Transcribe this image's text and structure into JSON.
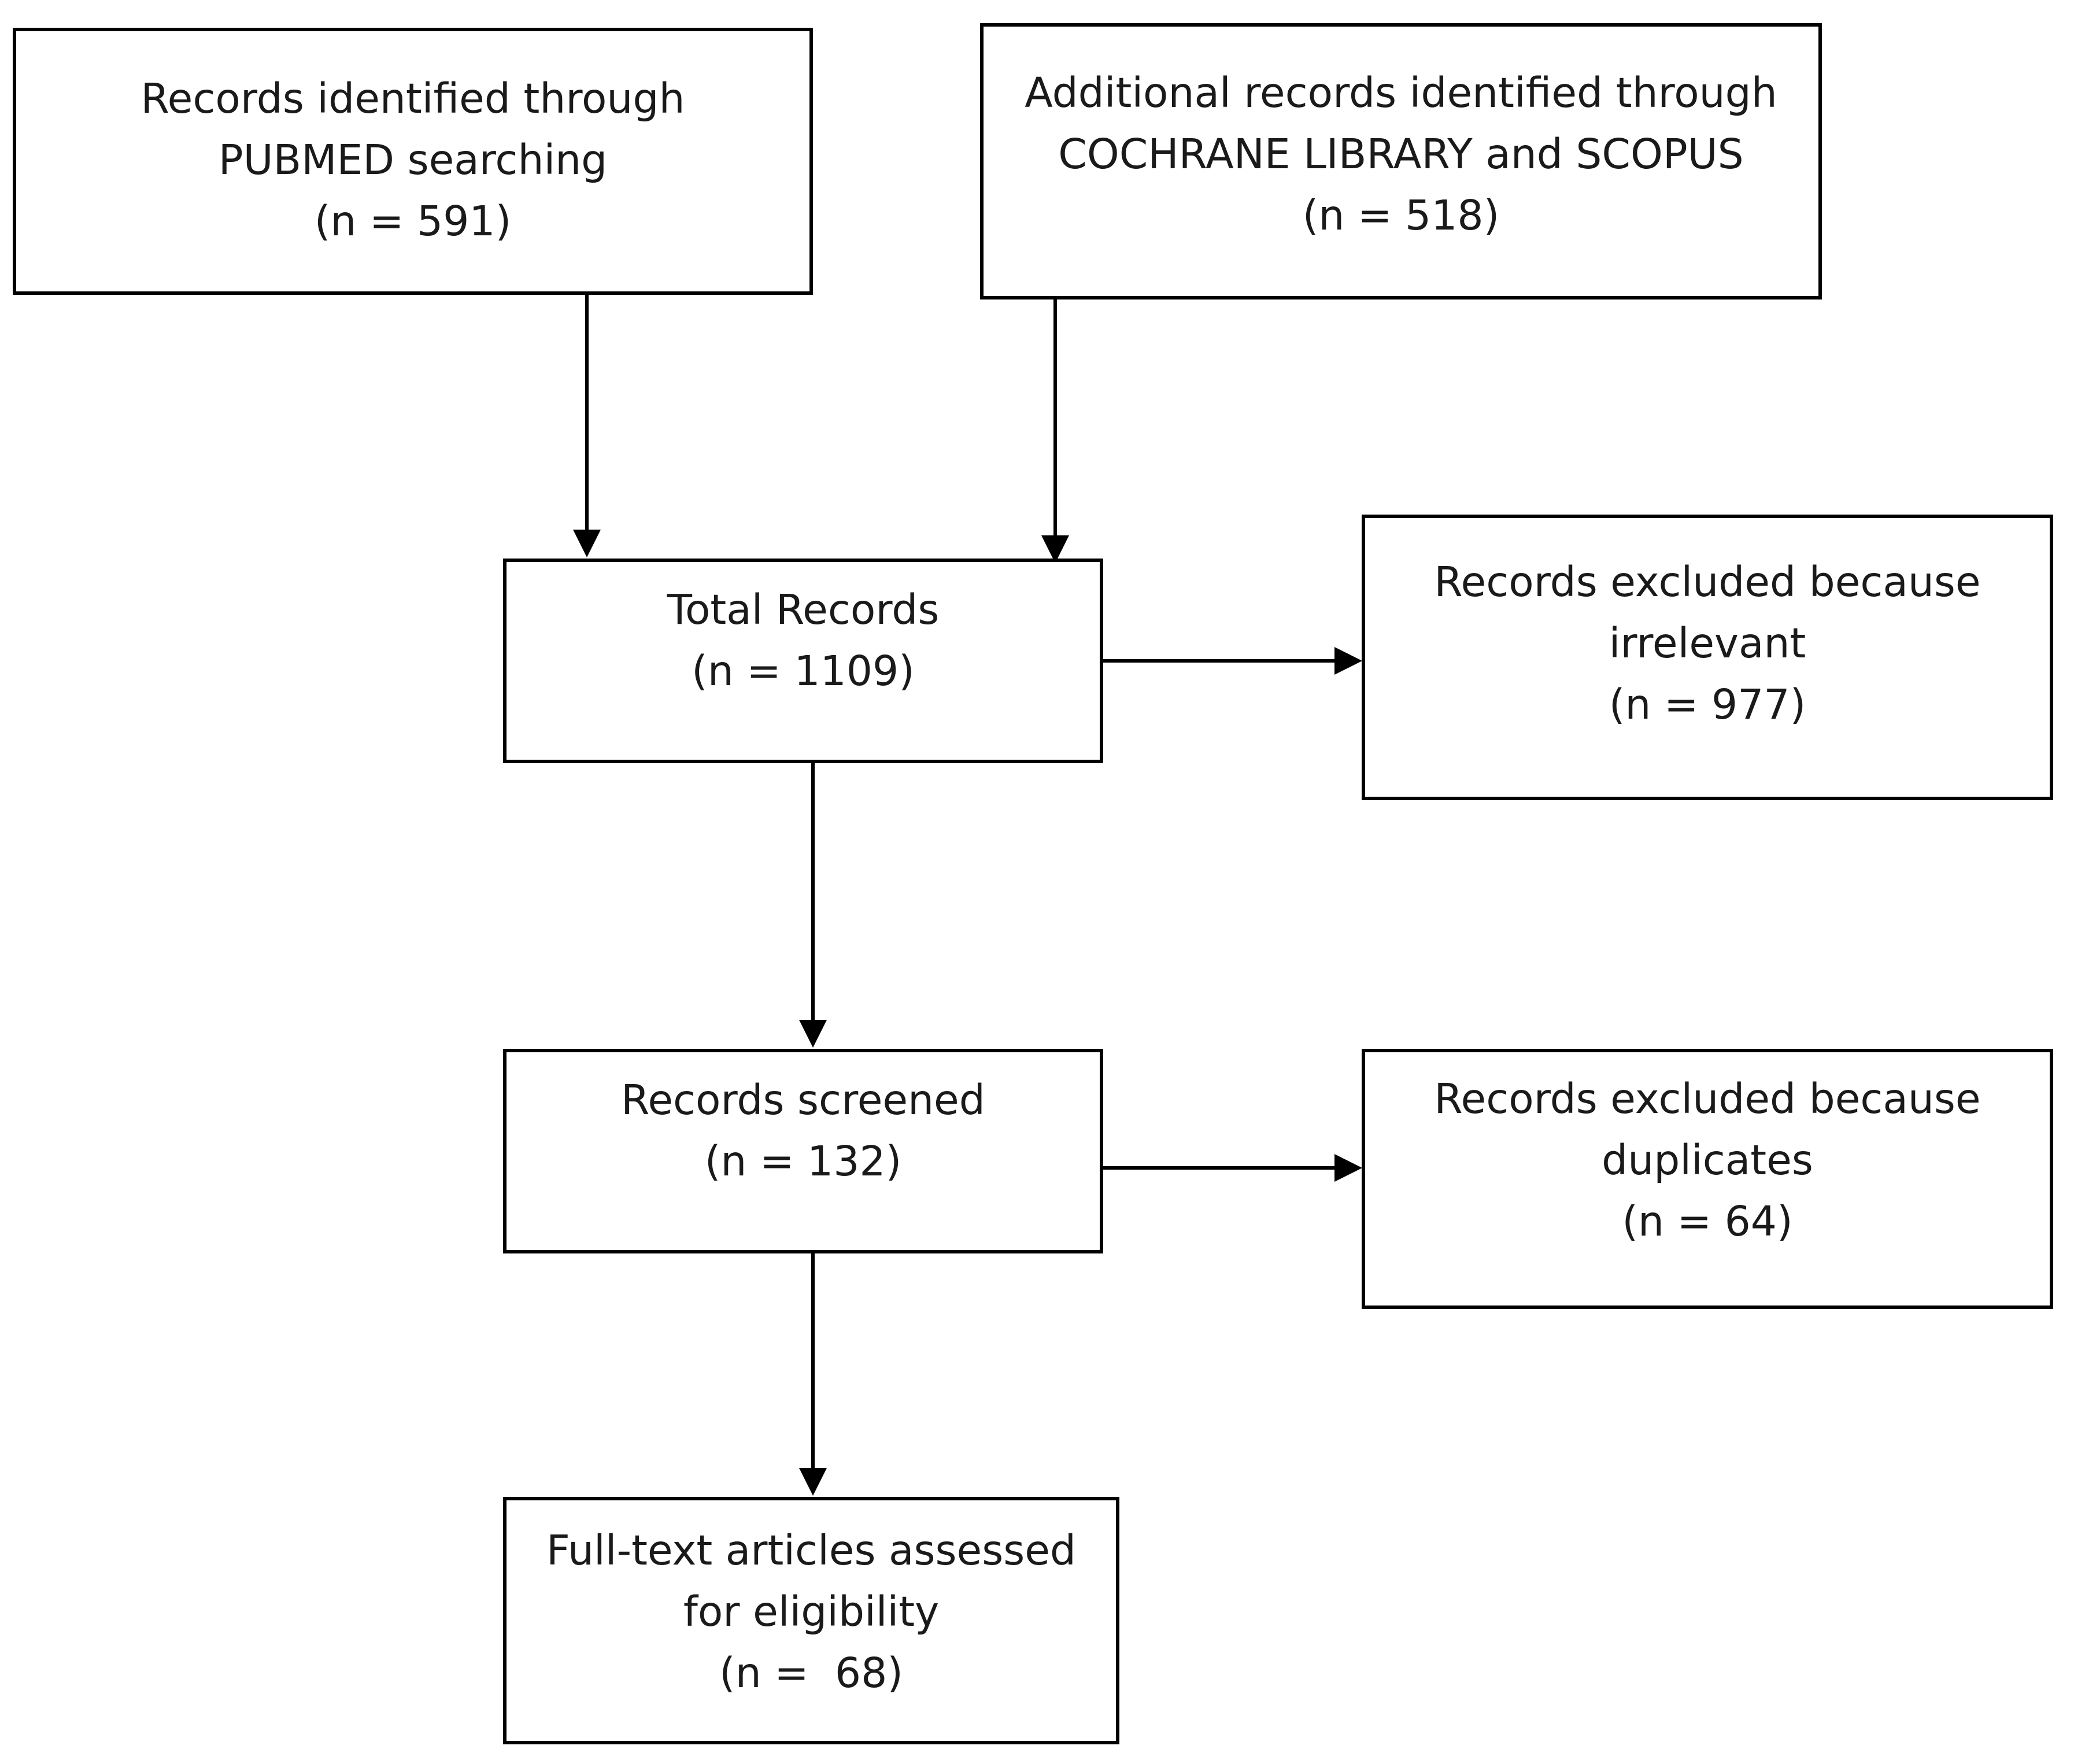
{
  "nodes": {
    "pubmed": {
      "lines": [
        "Records identified through",
        "PUBMED searching",
        "(n = 591)"
      ]
    },
    "additional": {
      "lines": [
        "Additional records identified through",
        "COCHRANE LIBRARY and SCOPUS",
        "(n = 518)"
      ]
    },
    "total": {
      "lines": [
        "Total Records",
        "(n = 1109)"
      ]
    },
    "excluded_irrelevant": {
      "lines": [
        "Records excluded because",
        "irrelevant",
        "(n = 977)"
      ]
    },
    "screened": {
      "lines": [
        "Records screened",
        "(n = 132)"
      ]
    },
    "excluded_duplicates": {
      "lines": [
        "Records excluded because",
        "duplicates",
        "(n = 64)"
      ]
    },
    "fulltext": {
      "lines": [
        "Full-text articles assessed",
        "for eligibility",
        "(n =  68)"
      ]
    }
  },
  "edges": [
    {
      "from": "pubmed",
      "to": "total"
    },
    {
      "from": "additional",
      "to": "total"
    },
    {
      "from": "total",
      "to": "excluded_irrelevant"
    },
    {
      "from": "total",
      "to": "screened"
    },
    {
      "from": "screened",
      "to": "excluded_duplicates"
    },
    {
      "from": "screened",
      "to": "fulltext"
    }
  ],
  "colors": {
    "stroke": "#000000",
    "text": "#1a1a1a",
    "background": "#ffffff"
  }
}
